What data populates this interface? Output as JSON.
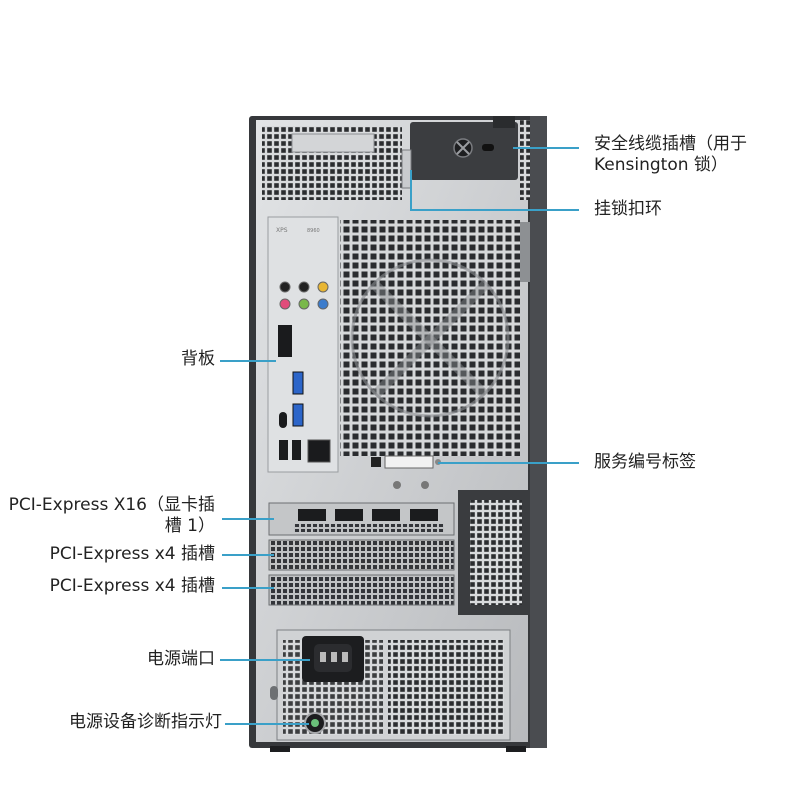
{
  "labels": {
    "security_slot_line1": "安全线缆插槽（用于",
    "security_slot_line2": "Kensington 锁）",
    "padlock_ring": "挂锁扣环",
    "back_panel": "背板",
    "service_tag": "服务编号标签",
    "pcie_x16_line1": "PCI-Express X16（显卡插",
    "pcie_x16_line2": "槽 1）",
    "pcie_x4_a": "PCI-Express x4 插槽",
    "pcie_x4_b": "PCI-Express x4 插槽",
    "power_port": "电源端口",
    "psu_led": "电源设备诊断指示灯"
  },
  "io_plate": {
    "brand": "XPS",
    "model": "8960"
  },
  "colors": {
    "leader": "#3aa0c8",
    "chassis_dark": "#2e3033",
    "chassis_silver": "#c9cbcd"
  }
}
